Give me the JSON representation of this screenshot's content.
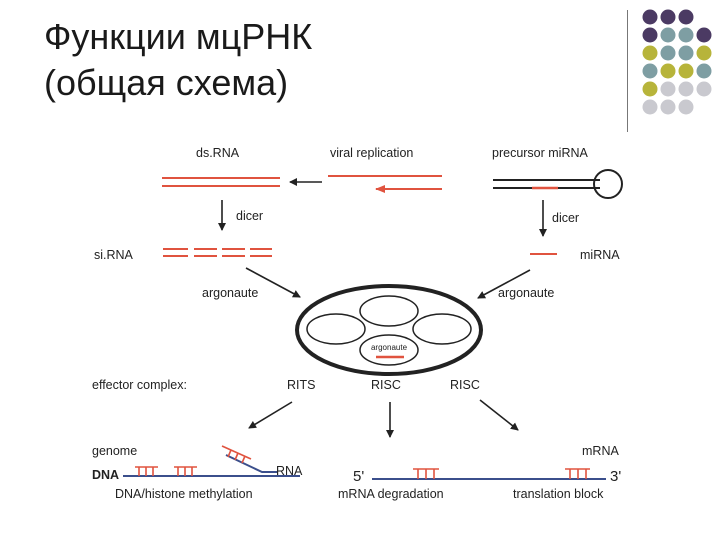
{
  "slide": {
    "title_line1": "Функции мцРНК",
    "title_line2": "(общая схема)"
  },
  "decor": {
    "dot_colors": [
      "#4b3a63",
      "#7e9ea3",
      "#b7b43a",
      "#c9c9cf"
    ]
  },
  "diagram": {
    "ds_rna": "ds.RNA",
    "viral_replication": "viral replication",
    "precursor_mirna": "precursor miRNA",
    "dicer_left": "dicer",
    "dicer_right": "dicer",
    "sirna": "si.RNA",
    "mirna": "miRNA",
    "argonaute_left": "argonaute",
    "argonaute_right": "argonaute",
    "argonaute_inner": "argonaute",
    "effector_complex": "effector complex:",
    "rits": "RITS",
    "risc_1": "RISC",
    "risc_2": "RISC",
    "genome": "genome",
    "dna": "DNA",
    "rna": "RNA",
    "mrna": "mRNA",
    "five_prime": "5'",
    "three_prime": "3'",
    "dna_methylation": "DNA/histone methylation",
    "mrna_degradation": "mRNA degradation",
    "translation_block": "translation block",
    "colors": {
      "rna_red": "#e0533f",
      "dna_blue": "#3b4f8c"
    }
  }
}
